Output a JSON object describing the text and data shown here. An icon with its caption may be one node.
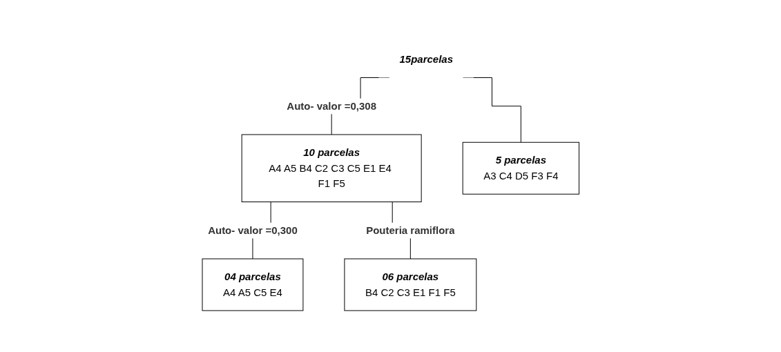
{
  "diagram": {
    "nodes": [
      {
        "text": [
          "15parcelas"
        ]
      },
      {
        "text": [
          "10 parcelas",
          "A4 A5 B4 C2 C3 C5 E1 E4 F1 F5"
        ]
      },
      {
        "text": [
          "5 parcelas",
          "A3 C4 D5 F3 F4"
        ]
      },
      {
        "text": [
          "04 parcelas",
          "A4 A5 C5 E4"
        ]
      },
      {
        "text": [
          "06 parcelas",
          "B4 C2 C3 E1 F1 F5"
        ]
      }
    ],
    "edges": [
      {
        "from": 0,
        "to": 1,
        "arrow": "none",
        "label": "Auto- valor =0,308"
      },
      {
        "from": 0,
        "to": 2,
        "arrow": "none"
      },
      {
        "from": 1,
        "to": 3,
        "arrow": "none",
        "label": "Auto- valor =0,300"
      },
      {
        "from": 1,
        "to": 4,
        "arrow": "none",
        "label": "Pouteria ramiflora"
      }
    ]
  }
}
